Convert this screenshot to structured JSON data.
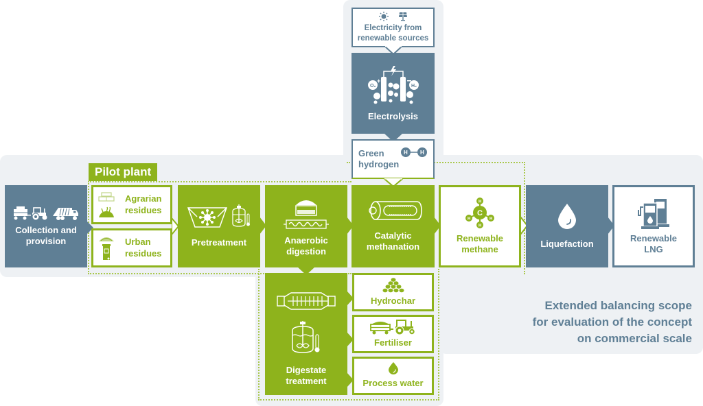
{
  "diagram": {
    "pilot_plant_label": "Pilot plant",
    "scope_caption": [
      "Extended balancing scope",
      "for evaluation of the concept",
      "on commercial scale"
    ],
    "colors": {
      "green": "#8eb31c",
      "slate": "#5f7f95",
      "scope_background": "#eef1f4",
      "white": "#ffffff"
    },
    "nodes": {
      "electricity": {
        "label_1": "Electricity from",
        "label_2": "renewable sources",
        "icons": [
          "sun-icon",
          "solar-panel-icon"
        ]
      },
      "electrolysis": {
        "label": "Electrolysis",
        "icon": "electrolysis-cell-icon",
        "icon_labels": [
          "O2",
          "+",
          "−",
          "H2"
        ]
      },
      "green_hydrogen": {
        "label_1": "Green",
        "label_2": "hydrogen",
        "icon": "hydrogen-molecule-icon",
        "atom_labels": [
          "H",
          "H"
        ]
      },
      "collection": {
        "label_1": "Collection and",
        "label_2": "provision",
        "icons": [
          "tractor-trailer-icon",
          "garbage-truck-icon"
        ]
      },
      "agrarian": {
        "label_1": "Agrarian",
        "label_2": "residues",
        "icon": "hay-bales-icon"
      },
      "urban": {
        "label_1": "Urban",
        "label_2": "residues",
        "icon": "waste-bin-icon"
      },
      "pretreatment": {
        "label": "Pretreatment",
        "icons": [
          "shredder-icon",
          "stirred-reactor-icon"
        ]
      },
      "anaerobic": {
        "label_1": "Anaerobic",
        "label_2": "digestion",
        "icons": [
          "digester-dome-icon",
          "plug-flow-icon"
        ]
      },
      "catalytic": {
        "label_1": "Catalytic",
        "label_2": "methanation",
        "icon": "reactor-tube-icon"
      },
      "renewable_methane": {
        "label_1": "Renewable",
        "label_2": "methane",
        "icon": "methane-molecule-icon",
        "atom_labels": [
          "C",
          "H",
          "H",
          "H",
          "H"
        ]
      },
      "liquefaction": {
        "label": "Liquefaction",
        "icon": "droplet-icon"
      },
      "renewable_lng": {
        "label_1": "Renewable",
        "label_2": "LNG",
        "icon": "fuel-pump-icon"
      },
      "digestate": {
        "label_1": "Digestate",
        "label_2": "treatment",
        "icons": [
          "decanter-centrifuge-icon",
          "stirred-reactor-icon"
        ]
      },
      "hydrochar": {
        "label": "Hydrochar",
        "icon": "pellet-pile-icon"
      },
      "fertiliser": {
        "label": "Fertiliser",
        "icon": "tractor-spreader-icon"
      },
      "process_water": {
        "label": "Process water",
        "icon": "droplet-icon"
      }
    }
  }
}
